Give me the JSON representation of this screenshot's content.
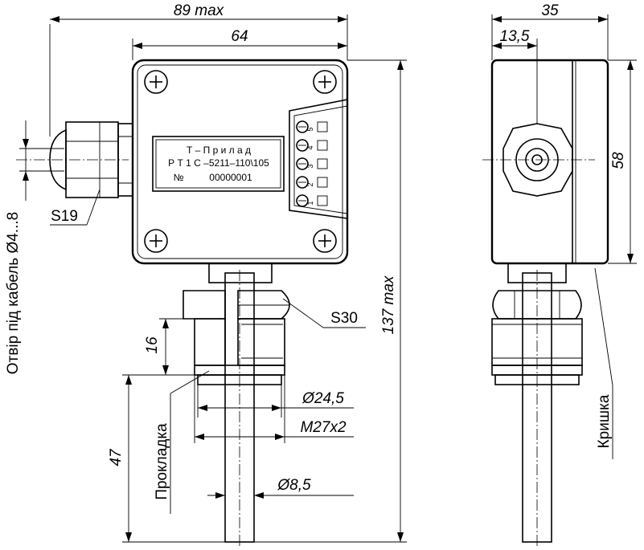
{
  "front_view": {
    "dimensions": {
      "overall_width": "89 max",
      "body_width": "64",
      "overall_height": "137 max",
      "thread_length": "16",
      "probe_length": "47",
      "bore_diameter": "Ø24,5",
      "thread_spec": "M27x2",
      "probe_diameter": "Ø8,5"
    },
    "labels": {
      "gland_wrench": "S19",
      "nut_wrench": "S30",
      "cable_hole": "Отвір під кабель Ø4...8",
      "gasket": "Прокладка"
    },
    "nameplate": {
      "brand": "Т – П р и л а д",
      "model": "Р Т 1 С –5211–110\\105",
      "serial_label": "№",
      "serial_value": "00000001"
    },
    "terminals": [
      "5",
      "4",
      "3",
      "2",
      "1"
    ]
  },
  "side_view": {
    "dimensions": {
      "depth": "35",
      "cover_offset": "13,5",
      "height": "58"
    },
    "labels": {
      "cover": "Кришка"
    }
  }
}
